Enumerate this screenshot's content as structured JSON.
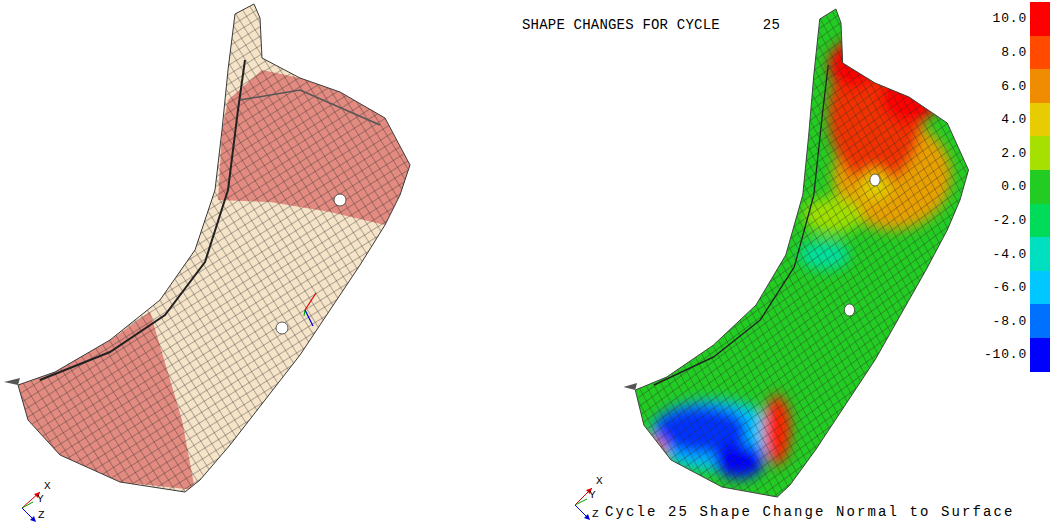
{
  "diagram": {
    "title": "SHAPE CHANGES FOR CYCLE     25",
    "caption": "Cycle 25 Shape Change Normal to Surface",
    "labels": [
      "X",
      "Y",
      "Z",
      "X",
      "Y",
      "Z"
    ],
    "legend": [
      {
        "text": "10.0",
        "color": "#ff0000"
      },
      {
        "text": "8.0",
        "color": "#ff4a00"
      },
      {
        "text": "6.0",
        "color": "#f08c00"
      },
      {
        "text": "4.0",
        "color": "#e6cc00"
      },
      {
        "text": "2.0",
        "color": "#a6e000"
      },
      {
        "text": "0.0",
        "color": "#22cc22"
      },
      {
        "text": "-2.0",
        "color": "#00dc5a"
      },
      {
        "text": "-4.0",
        "color": "#00e0c0"
      },
      {
        "text": "-6.0",
        "color": "#00c8ff"
      },
      {
        "text": "-8.0",
        "color": "#0070ff"
      },
      {
        "text": "-10.0",
        "color": "#0000ff"
      }
    ]
  }
}
